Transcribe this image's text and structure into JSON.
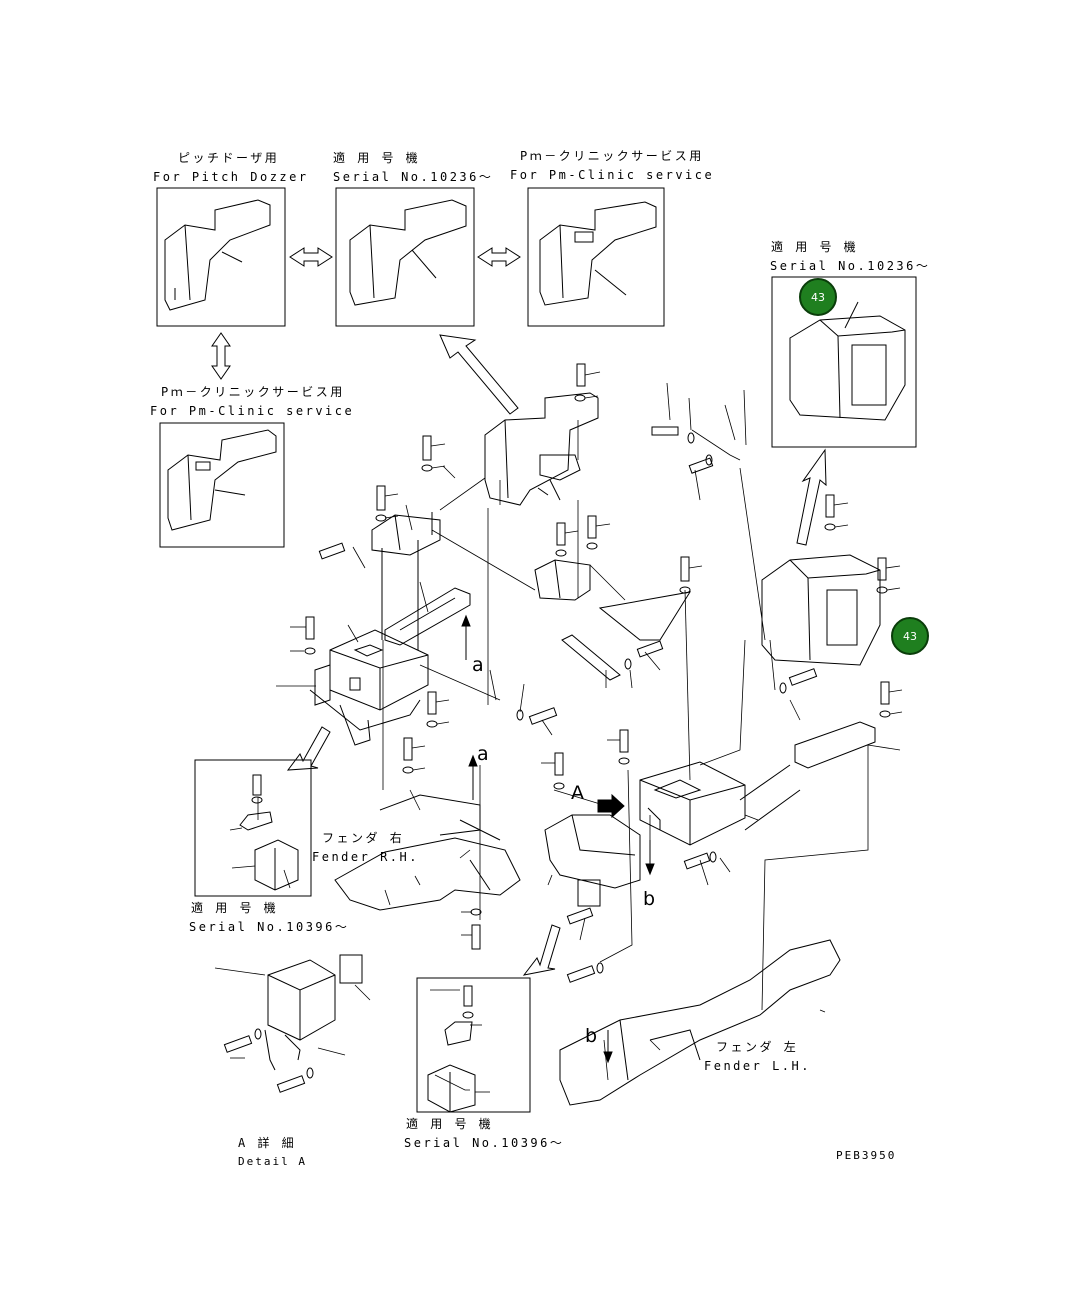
{
  "labels": {
    "pitch_dozzer_jp": "ピッチドーザ用",
    "pitch_dozzer_en": "For Pitch Dozzer",
    "serial_10236_jp_a": "適 用 号 機",
    "serial_10236_en_a": "Serial No.10236～",
    "pm_clinic_jp_a": "Pｍ－クリニックサービス用",
    "pm_clinic_en_a": "For Pm-Clinic service",
    "serial_10236_jp_b": "適 用 号 機",
    "serial_10236_en_b": "Serial No.10236～",
    "pm_clinic_jp_b": "Pｍ－クリニックサービス用",
    "pm_clinic_en_b": "For Pm-Clinic service",
    "serial_10396_jp_a": "適 用 号 機",
    "serial_10396_en_a": "Serial No.10396～",
    "serial_10396_jp_b": "適 用 号 機",
    "serial_10396_en_b": "Serial No.10396～",
    "fender_rh_jp": "フェンダ 右",
    "fender_rh_en": "Fender R.H.",
    "fender_lh_jp": "フェンダ 左",
    "fender_lh_en": "Fender L.H.",
    "detail_a_jp": "A 詳 細",
    "detail_a_en": "Detail A",
    "drawing_code": "PEB3950"
  },
  "view_letters": {
    "a_upper": "a",
    "a_lower": "a",
    "A_marker": "A",
    "b_right": "b",
    "b_lower": "b"
  },
  "callouts": [
    {
      "number": "43"
    },
    {
      "number": "43"
    }
  ],
  "colors": {
    "callout_fill": "#1f7f1f",
    "line": "#000000"
  }
}
